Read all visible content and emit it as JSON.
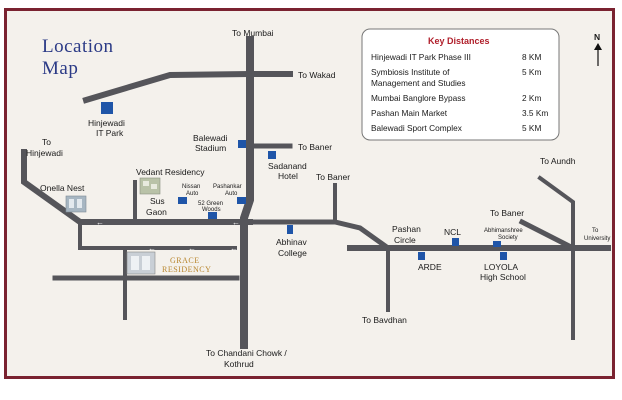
{
  "title": {
    "line1": "Location",
    "line2": "Map"
  },
  "north_label": "N",
  "key_distances": {
    "title": "Key Distances",
    "rows": [
      {
        "place": "Hinjewadi IT Park Phase III",
        "distance": "8 KM"
      },
      {
        "place": "Symbiosis Institute of",
        "place2": "Management and Studies",
        "distance": "5 Km"
      },
      {
        "place": "Mumbai Banglore Bypass",
        "distance": "2 Km"
      },
      {
        "place": "Pashan Main Market",
        "distance": "3.5 Km"
      },
      {
        "place": "Balewadi Sport Complex",
        "distance": "5 KM"
      }
    ]
  },
  "labels": {
    "to_mumbai": "To Mumbai",
    "to_wakad": "To Wakad",
    "hinjewadi_it_park_1": "Hinjewadi",
    "hinjewadi_it_park_2": "IT Park",
    "balewadi_1": "Balewadi",
    "balewadi_2": "Stadium",
    "to_baner_top": "To Baner",
    "sadanand_1": "Sadanand",
    "sadanand_2": "Hotel",
    "to_hinjewadi_1": "To",
    "to_hinjewadi_2": "Hinjewadi",
    "vedant": "Vedant Residency",
    "onella": "Onella Nest",
    "nissan_1": "Nissan",
    "nissan_2": "Auto",
    "pashankar_1": "Pashankar",
    "pashankar_2": "Auto",
    "green_woods": "52 Green",
    "green_woods_2": "Woods",
    "sus_1": "Sus",
    "sus_2": "Gaon",
    "to_baner_mid": "To Baner",
    "to_aundh": "To Aundh",
    "to_baner_right": "To Baner",
    "to_university_1": "To",
    "to_university_2": "University",
    "abhinav_1": "Abhinav",
    "abhinav_2": "College",
    "pashan_1": "Pashan",
    "pashan_2": "Circle",
    "ncl": "NCL",
    "abhimanshree_1": "Abhimanshree",
    "abhimanshree_2": "Society",
    "arde": "ARDE",
    "loyola_1": "LOYOLA",
    "loyola_2": "High School",
    "to_bavdhan": "To Bavdhan",
    "to_chandani_1": "To Chandani Chowk /",
    "to_chandani_2": "Kothrud",
    "grace_1": "GRACE",
    "grace_2": "RESIDENCY"
  },
  "colors": {
    "road": "#55555a",
    "marker": "#1f55a8",
    "frame": "#7a2230",
    "title": "#2b3a86",
    "key_title": "#b01e2a"
  }
}
